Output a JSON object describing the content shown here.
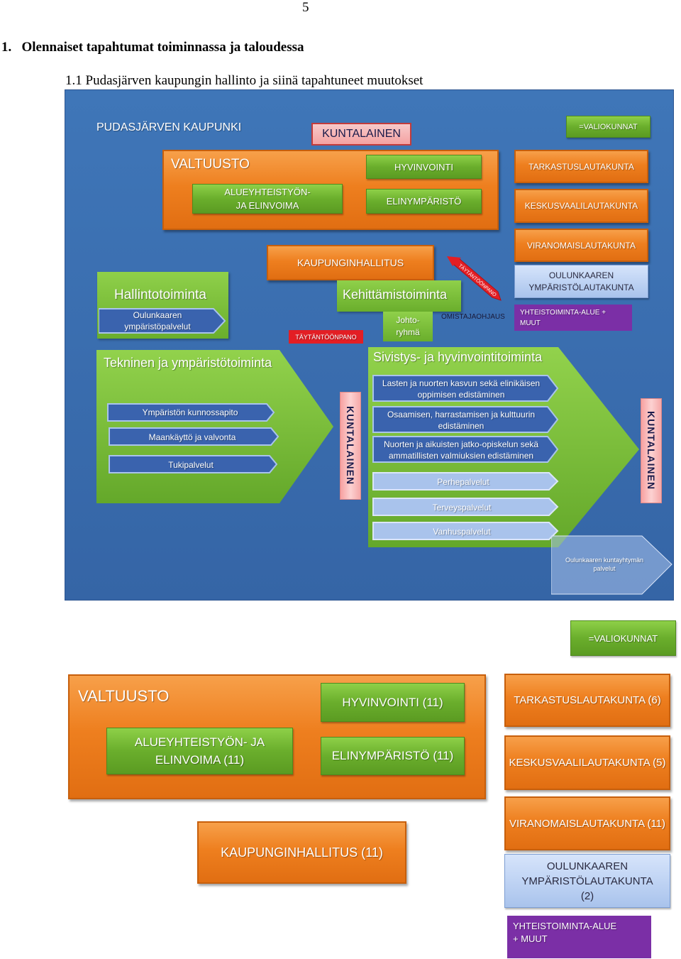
{
  "page_number": "5",
  "heading1": "1.   Olennaiset tapahtumat toiminnassa ja taloudessa",
  "heading2": "1.1 Pudasjärven kaupungin hallinto ja siinä tapahtuneet muutokset",
  "colors": {
    "background_blue": "#3a6fb0",
    "orange": "#ee7f1f",
    "green": "#6aae2c",
    "purple": "#7b2fa6",
    "red": "#e31e24"
  },
  "org": {
    "title": "PUDASJÄRVEN KAUPUNKI",
    "kuntalainen_top": "KUNTALAINEN",
    "valiokunnat": "=VALIOKUNNAT",
    "valtuusto": "VALTUUSTO",
    "hyvinvointi": "HYVINVOINTI",
    "alueyhteistyo": "ALUEYHTEISTYÖN- JA ELINVOIMA",
    "elinymparisto": "ELINYMPÄRISTÖ",
    "tarkastus": "TARKASTUSLAUTAKUNTA",
    "keskusvaali": "KESKUSVAALILAUTAKUNTA",
    "viranomais": "VIRANOMAISLAUTAKUNTA",
    "oulunkaaren_ymp": "OULUNKAAREN YMPÄRISTÖLAUTAKUNTA",
    "yhteistoiminta": "YHTEISTOIMINTA-ALUE + MUUT",
    "kaupunginhallitus": "KAUPUNGINHALLITUS",
    "taytantoonpano_arrow": "TÄYTÄNTÖÖNPANO",
    "taytantoonpano_label": "TÄYTÄNTÖÖNPANO",
    "omistajaohjaus": "OMISTAJAOHJAUS",
    "hallintotoiminta": "Hallintotoiminta",
    "oulunkaaren_ymp_palvelut": "Oulunkaaren ympäristöpalvelut",
    "kehittamistoiminta": "Kehittämistoiminta",
    "johtoryhma": "Johto-ryhmä",
    "tekninen": "Tekninen ja ympäristötoiminta",
    "tekninen_items": [
      "Ympäristön kunnossapito",
      "Maankäyttö ja valvonta",
      "Tukipalvelut"
    ],
    "kuntalainen_mid": "KUNTALAINEN",
    "sivistys": "Sivistys- ja hyvinvointitoiminta",
    "sivistys_items": [
      "Lasten ja nuorten kasvun sekä elinikäisen oppimisen edistäminen",
      "Osaamisen, harrastamisen ja kulttuurin edistäminen",
      "Nuorten ja aikuisten jatko-opiskelun sekä ammatillisten valmiuksien edistäminen",
      "Perhepalvelut",
      "Terveyspalvelut",
      "Vanhuspalvelut"
    ],
    "kuntalainen_right": "KUNTALAINEN",
    "kuntayhtyma": "Oulunkaaren kuntayhtymän palvelut"
  },
  "bottom": {
    "valiokunnat": "=VALIOKUNNAT",
    "valtuusto": "VALTUUSTO",
    "hyvinvointi": "HYVINVOINTI (11)",
    "alueyhteistyo": "ALUEYHTEISTYÖN- JA ELINVOIMA (11)",
    "elinymparisto": "ELINYMPÄRISTÖ (11)",
    "tarkastus": "TARKASTUSLAUTAKUNTA (6)",
    "keskusvaali": "KESKUSVAALILAUTAKUNTA (5)",
    "viranomais": "VIRANOMAISLAUTAKUNTA (11)",
    "kaupunginhallitus": "KAUPUNGINHALLITUS (11)",
    "oulunkaaren_ymp": "OULUNKAAREN YMPÄRISTÖLAUTAKUNTA (2)",
    "yhteistoiminta": "YHTEISTOIMINTA-ALUE + MUUT"
  }
}
